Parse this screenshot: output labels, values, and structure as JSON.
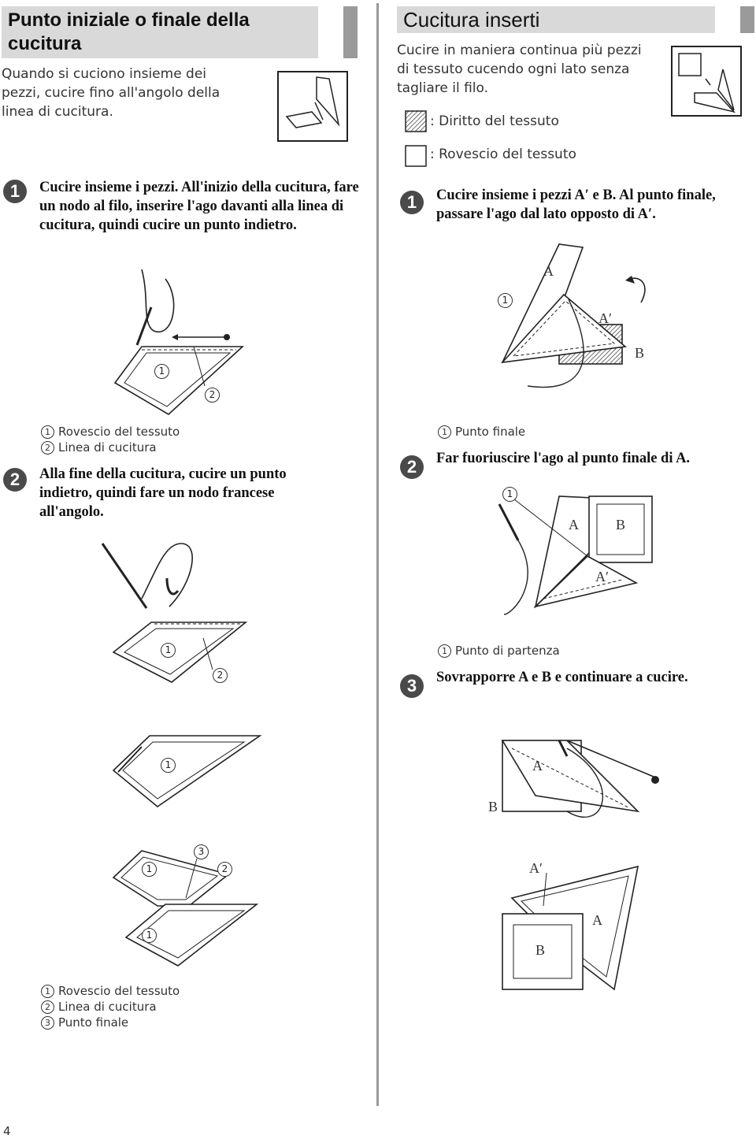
{
  "left": {
    "title": "Punto iniziale o finale della cucitura",
    "intro": "Quando si cuciono insieme dei pezzi, cucire fino all'angolo della linea di cucitura.",
    "step1": {
      "num": "1",
      "text": "Cucire insieme i pezzi. All'inizio della cucitura, fare un nodo al filo, inserire l'ago davanti alla linea di cucitura, quindi cucire un punto indietro."
    },
    "legend1": [
      {
        "n": "1",
        "text": "Rovescio del tessuto"
      },
      {
        "n": "2",
        "text": "Linea di cucitura"
      }
    ],
    "step2": {
      "num": "2",
      "text": "Alla fine della cucitura, cucire un punto indietro, quindi fare un nodo francese all'angolo."
    },
    "legend2": [
      {
        "n": "1",
        "text": "Rovescio del tessuto"
      },
      {
        "n": "2",
        "text": "Linea di cucitura"
      },
      {
        "n": "3",
        "text": "Punto finale"
      }
    ]
  },
  "right": {
    "title": "Cucitura inserti",
    "intro": "Cucire in maniera continua più pezzi di tessuto cucendo ogni lato senza tagliare il filo.",
    "key_right": ":  Diritto del tessuto",
    "key_wrong": ":  Rovescio del tessuto",
    "step1": {
      "num": "1",
      "text": "Cucire insieme i pezzi A′ e B. Al punto finale, passare l'ago dal lato opposto di A′."
    },
    "legend1": [
      {
        "n": "1",
        "text": "Punto finale"
      }
    ],
    "step2": {
      "num": "2",
      "text": "Far fuoriuscire l'ago al punto finale di A."
    },
    "legend2": [
      {
        "n": "1",
        "text": "Punto di partenza"
      }
    ],
    "step3": {
      "num": "3",
      "text": "Sovrapporre A e B e continuare a cucire."
    }
  },
  "diagram_labels": {
    "a": "A",
    "a_prime": "A′",
    "b": "B",
    "n1": "1",
    "n2": "2",
    "n3": "3"
  },
  "page_number": "4"
}
